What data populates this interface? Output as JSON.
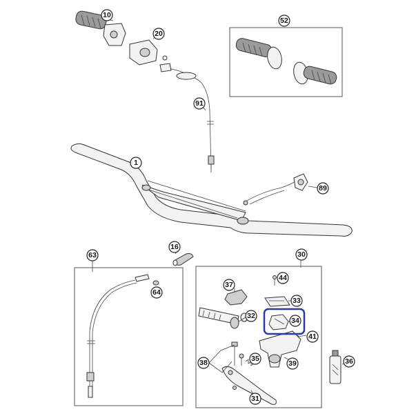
{
  "colors": {
    "highlight": "#2b3aa0",
    "line": "#333333",
    "background": "#ffffff"
  },
  "highlighted_part": "34",
  "callouts": [
    {
      "id": "c1",
      "label": "1"
    },
    {
      "id": "c10",
      "label": "10"
    },
    {
      "id": "c20",
      "label": "20"
    },
    {
      "id": "c52",
      "label": "52"
    },
    {
      "id": "c91",
      "label": "91"
    },
    {
      "id": "c89",
      "label": "89"
    },
    {
      "id": "c16",
      "label": "16"
    },
    {
      "id": "c63",
      "label": "63"
    },
    {
      "id": "c64",
      "label": "64"
    },
    {
      "id": "c30",
      "label": "30"
    },
    {
      "id": "c37",
      "label": "37"
    },
    {
      "id": "c44",
      "label": "44"
    },
    {
      "id": "c33",
      "label": "33"
    },
    {
      "id": "c32",
      "label": "32"
    },
    {
      "id": "c34",
      "label": "34"
    },
    {
      "id": "c41",
      "label": "41"
    },
    {
      "id": "c38",
      "label": "38"
    },
    {
      "id": "c35",
      "label": "35"
    },
    {
      "id": "c39",
      "label": "39"
    },
    {
      "id": "c36",
      "label": "36"
    },
    {
      "id": "c31",
      "label": "31"
    }
  ]
}
